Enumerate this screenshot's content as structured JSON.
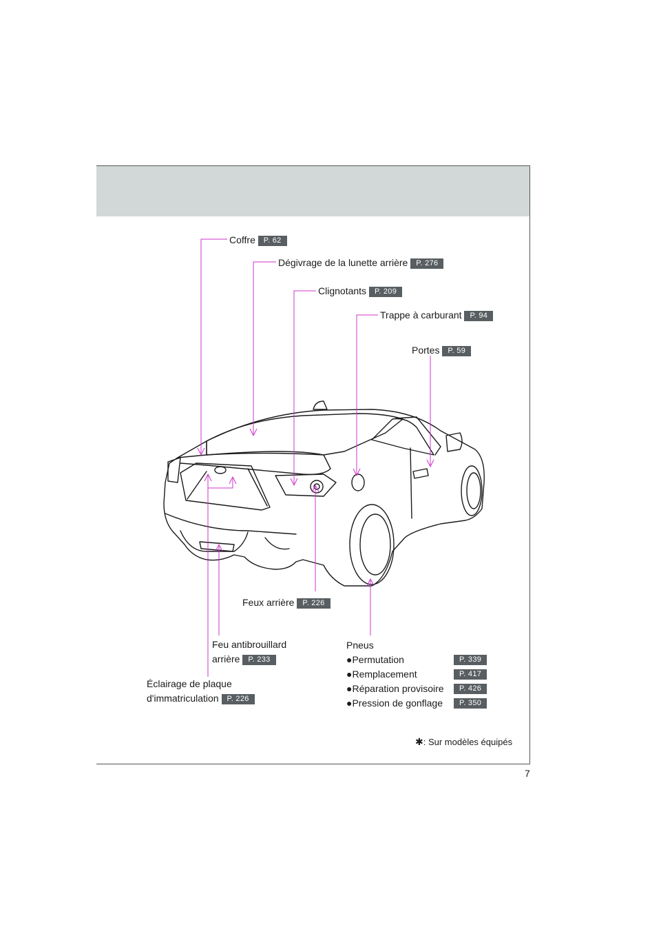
{
  "page_number": "7",
  "footnote": {
    "symbol": "✱",
    "text": ": Sur modèles équipés"
  },
  "labels": {
    "coffre": {
      "text": "Coffre",
      "ref": "P. 62"
    },
    "degivrage": {
      "text": "Dégivrage de la lunette arrière",
      "ref": "P. 276"
    },
    "clignotants": {
      "text": "Clignotants",
      "ref": "P. 209"
    },
    "trappe": {
      "text": "Trappe à carburant",
      "ref": "P. 94"
    },
    "portes": {
      "text": "Portes",
      "ref": "P. 59"
    },
    "feux_arriere": {
      "text": "Feux arrière",
      "ref": "P. 226"
    },
    "feu_antibrouillard": {
      "line1": "Feu antibrouillard",
      "line2": "arrière",
      "ref": "P. 233"
    },
    "eclairage": {
      "line1": "Éclairage de plaque",
      "line2": "d'immatriculation",
      "ref": "P. 226"
    },
    "pneus": {
      "title": "Pneus",
      "bullet": "●",
      "items": [
        {
          "text": "Permutation",
          "ref": "P. 339"
        },
        {
          "text": "Remplacement",
          "ref": "P. 417"
        },
        {
          "text": "Réparation provisoire",
          "ref": "P. 426"
        },
        {
          "text": "Pression de gonflage",
          "ref": "P. 350"
        }
      ]
    }
  },
  "colors": {
    "leader": "#cc33cc",
    "badge": "#585e61",
    "header": "#d2d8d8"
  }
}
